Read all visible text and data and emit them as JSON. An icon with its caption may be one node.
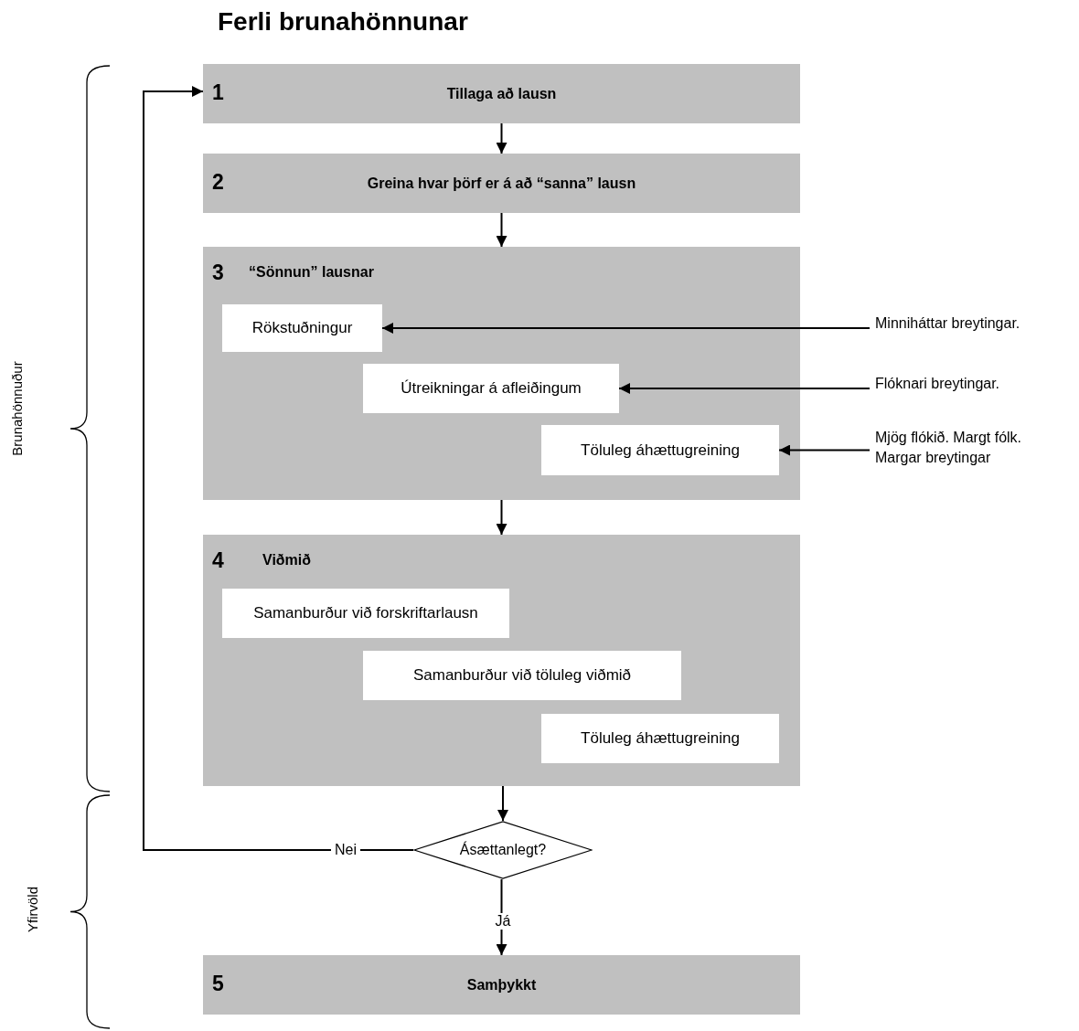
{
  "diagram": {
    "title": "Ferli brunahönnunar",
    "nodes": [
      {
        "text": [
          "1",
          "Tillaga að lausn"
        ]
      },
      {
        "text": [
          "2",
          "Greina hvar þörf er á að “sanna” lausn"
        ]
      },
      {
        "text": [
          "3",
          "“Sönnun” lausnar"
        ]
      },
      {
        "text": [
          "Rökstuðningur"
        ],
        "in": 2
      },
      {
        "text": [
          "Útreikningar á afleiðingum"
        ],
        "in": 2
      },
      {
        "text": [
          "Töluleg áhættugreining"
        ],
        "in": 2
      },
      {
        "text": [
          "4",
          "Viðmið"
        ]
      },
      {
        "text": [
          "Samanburður við forskriftarlausn"
        ],
        "in": 6
      },
      {
        "text": [
          "Samanburður við töluleg viðmið"
        ],
        "in": 6
      },
      {
        "text": [
          "Töluleg áhættugreining"
        ],
        "in": 6
      },
      {
        "text": [
          "Ásættanlegt?"
        ]
      },
      {
        "text": [
          "5",
          "Samþykkt"
        ]
      },
      {
        "text": [
          "Minniháttar breytingar."
        ]
      },
      {
        "text": [
          "Flóknari breytingar."
        ]
      },
      {
        "text": [
          "Mjög flókið. Margt fólk. Margar breytingar"
        ]
      }
    ],
    "edges": [
      {
        "from": 0,
        "to": 1,
        "arrow": "to"
      },
      {
        "from": 1,
        "to": 2,
        "arrow": "to"
      },
      {
        "from": 2,
        "to": 6,
        "arrow": "to"
      },
      {
        "from": 6,
        "to": 10,
        "arrow": "to"
      },
      {
        "from": 10,
        "to": 0,
        "arrow": "to",
        "label": "Nei"
      },
      {
        "from": 10,
        "to": 11,
        "arrow": "to",
        "label": "Já"
      },
      {
        "from": 12,
        "to": 3,
        "arrow": "to"
      },
      {
        "from": 13,
        "to": 4,
        "arrow": "to"
      },
      {
        "from": 14,
        "to": 5,
        "arrow": "to"
      }
    ],
    "labels": [
      "Brunahönnuður",
      "Yfirvöld"
    ]
  }
}
